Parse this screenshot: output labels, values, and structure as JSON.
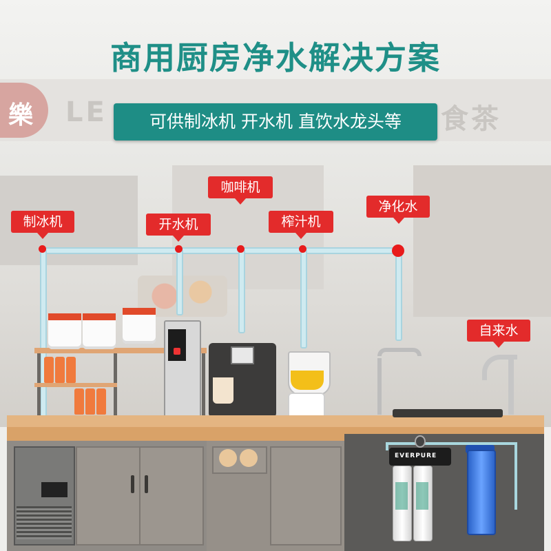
{
  "title": "商用厨房净水解决方案",
  "subtitle": "可供制冰机 开水机 直饮水龙头等",
  "background_sign": {
    "logo_char": "樂",
    "text_left": "LE",
    "text_right": "食茶"
  },
  "tags": {
    "ice_maker": "制冰机",
    "boiler": "开水机",
    "coffee": "咖啡机",
    "juicer": "榨汁机",
    "purified": "净化水",
    "tap_water": "自来水"
  },
  "filter_brand": "EVERPURE",
  "colors": {
    "title": "#1f8f87",
    "subtitle_bg": "#1e8d85",
    "tag_bg": "#e32b2b",
    "pipe": "#cfeaf0"
  }
}
